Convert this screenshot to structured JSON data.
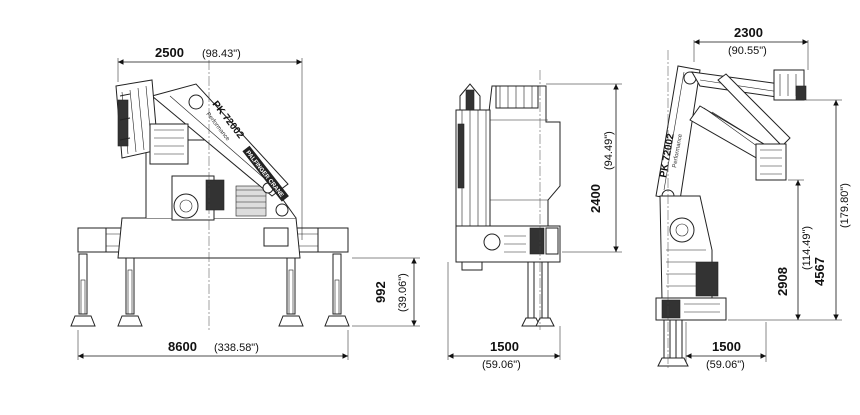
{
  "front_view": {
    "top_width_mm": "2500",
    "top_width_in": "(98.43\")",
    "outrigger_span_mm": "8600",
    "outrigger_span_in": "(338.58\")",
    "base_height_mm": "992",
    "base_height_in": "(39.06\")",
    "model_label": "PK 72002",
    "model_sub": "Performance",
    "logo_text": "PALFINGER CRANE"
  },
  "side_view": {
    "height_mm": "2400",
    "height_in": "(94.49\")",
    "base_width_mm": "1500",
    "base_width_in": "(59.06\")"
  },
  "folded_view": {
    "top_reach_mm": "2300",
    "top_reach_in": "(90.55\")",
    "total_height_mm": "4567",
    "total_height_in": "(179.80\")",
    "mid_height_mm": "2908",
    "mid_height_in": "(114.49\")",
    "base_width_mm": "1500",
    "base_width_in": "(59.06\")",
    "model_label": "PK 72002",
    "model_sub": "Performance"
  },
  "colors": {
    "line": "#222222",
    "background": "#ffffff",
    "logo_fill": "#222222"
  }
}
